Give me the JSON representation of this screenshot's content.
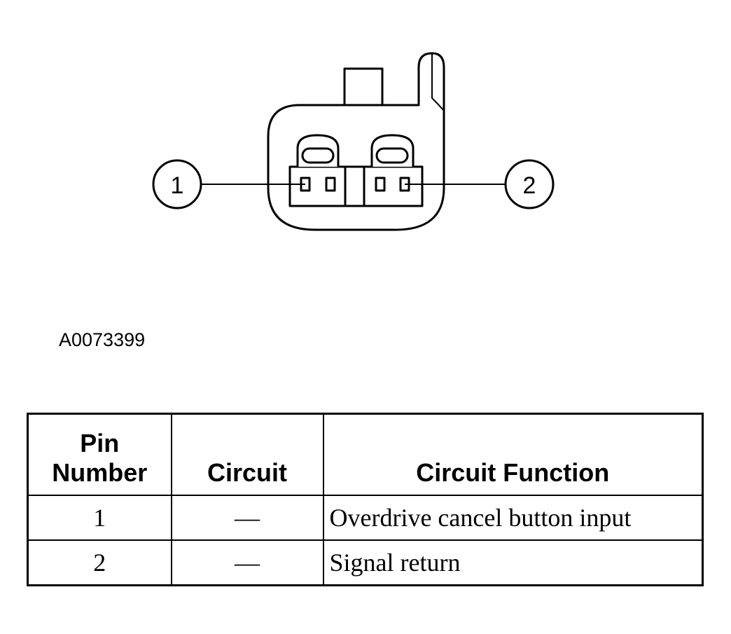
{
  "diagram": {
    "callout_1": "1",
    "callout_2": "2"
  },
  "reference_id": "A0073399",
  "table": {
    "headers": {
      "pin": "Pin Number",
      "circuit": "Circuit",
      "function": "Circuit Function"
    },
    "rows": [
      {
        "pin": "1",
        "circuit": "—",
        "function": "Overdrive cancel button input"
      },
      {
        "pin": "2",
        "circuit": "—",
        "function": "Signal return"
      }
    ]
  }
}
